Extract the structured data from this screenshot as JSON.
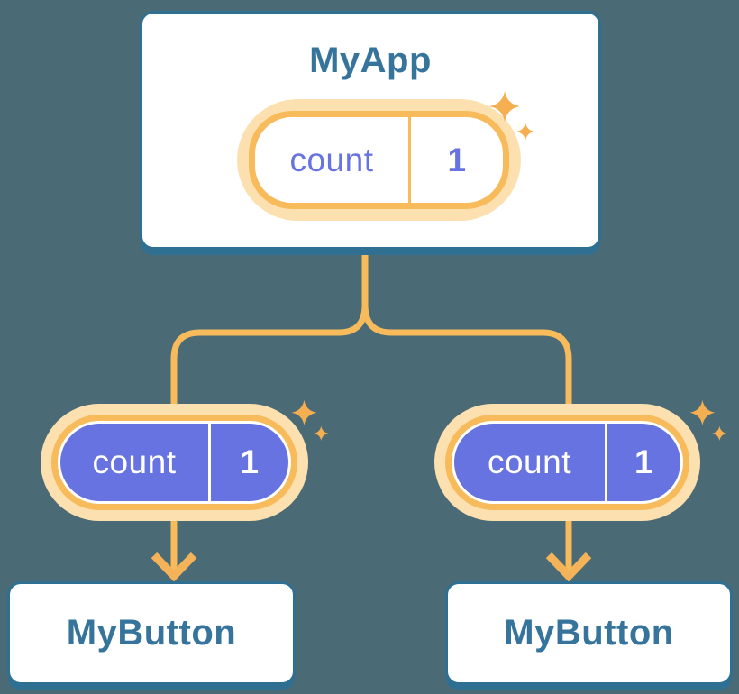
{
  "diagram": {
    "description": "React component tree sharing state between components",
    "root_component": {
      "label": "MyApp",
      "state": {
        "key": "count",
        "value": "1"
      },
      "pill_style": "outlined"
    },
    "child_components": [
      {
        "label": "MyButton",
        "state": {
          "key": "count",
          "value": "1"
        },
        "pill_style": "filled"
      },
      {
        "label": "MyButton",
        "state": {
          "key": "count",
          "value": "1"
        },
        "pill_style": "filled"
      }
    ],
    "icons": {
      "sparkle": "sparkle-icon",
      "arrow": "arrow-down-icon"
    },
    "colors": {
      "background": "#4A6A75",
      "card_fill": "#FFFFFF",
      "card_border_blue": "#2F7092",
      "title_text_blue": "#36749C",
      "connector_orange": "#F8BB5C",
      "pill_halo_orange": "#FCE0AF",
      "sparkle_orange": "#F5AF51",
      "state_purple": "#6673E0"
    }
  }
}
